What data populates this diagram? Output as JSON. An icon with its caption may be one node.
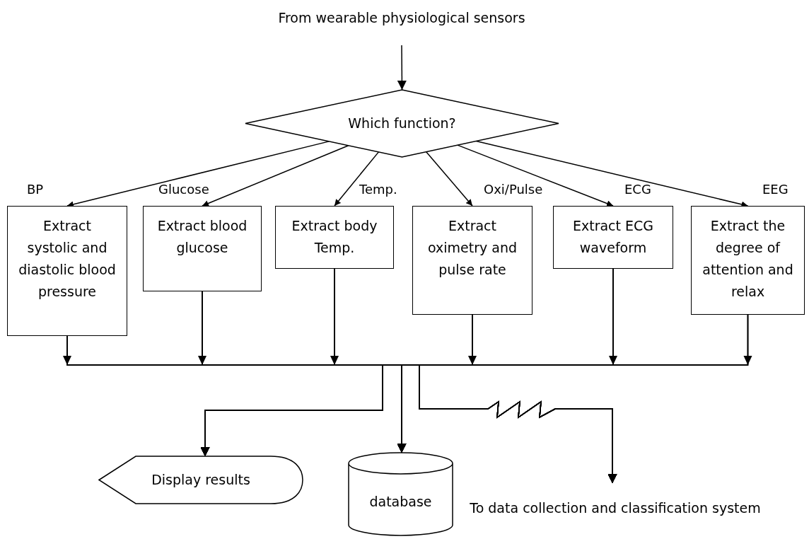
{
  "diagram": {
    "nodes": [
      {
        "text": [
          "From wearable physiological sensors"
        ]
      },
      {
        "text": [
          "Which function?"
        ]
      },
      {
        "text": [
          "Extract systolic and diastolic blood pressure"
        ],
        "beside": [
          "BP"
        ]
      },
      {
        "text": [
          "Extract blood glucose"
        ],
        "beside": [
          "Glucose"
        ]
      },
      {
        "text": [
          "Extract body Temp."
        ],
        "beside": [
          "Temp."
        ]
      },
      {
        "text": [
          "Extract oximetry and pulse rate"
        ],
        "beside": [
          "Oxi/Pulse"
        ]
      },
      {
        "text": [
          "Extract ECG waveform"
        ],
        "beside": [
          "ECG"
        ]
      },
      {
        "text": [
          "Extract the degree of attention and relax"
        ],
        "beside": [
          "EEG"
        ]
      },
      {
        "text": [
          "Display results"
        ]
      },
      {
        "text": [
          "database"
        ]
      },
      {
        "text": [
          "To data collection and classification system"
        ]
      }
    ],
    "edges": [
      {
        "from": 0,
        "to": 1,
        "arrow": "to"
      },
      {
        "from": 1,
        "to": 2,
        "arrow": "to"
      },
      {
        "from": 1,
        "to": 3,
        "arrow": "to"
      },
      {
        "from": 1,
        "to": 4,
        "arrow": "to"
      },
      {
        "from": 1,
        "to": 5,
        "arrow": "to"
      },
      {
        "from": 1,
        "to": 6,
        "arrow": "to"
      },
      {
        "from": 1,
        "to": 7,
        "arrow": "to"
      },
      {
        "from": 2,
        "to": 8,
        "arrow": "to"
      },
      {
        "from": 2,
        "to": 9,
        "arrow": "to"
      },
      {
        "from": 2,
        "to": 10,
        "arrow": "to"
      },
      {
        "from": 3,
        "to": 8,
        "arrow": "to"
      },
      {
        "from": 3,
        "to": 9,
        "arrow": "to"
      },
      {
        "from": 3,
        "to": 10,
        "arrow": "to"
      },
      {
        "from": 4,
        "to": 8,
        "arrow": "to"
      },
      {
        "from": 4,
        "to": 9,
        "arrow": "to"
      },
      {
        "from": 4,
        "to": 10,
        "arrow": "to"
      },
      {
        "from": 5,
        "to": 8,
        "arrow": "to"
      },
      {
        "from": 5,
        "to": 9,
        "arrow": "to"
      },
      {
        "from": 5,
        "to": 10,
        "arrow": "to"
      },
      {
        "from": 6,
        "to": 8,
        "arrow": "to"
      },
      {
        "from": 6,
        "to": 9,
        "arrow": "to"
      },
      {
        "from": 6,
        "to": 10,
        "arrow": "to"
      },
      {
        "from": 7,
        "to": 8,
        "arrow": "to"
      },
      {
        "from": 7,
        "to": 9,
        "arrow": "to"
      },
      {
        "from": 7,
        "to": 10,
        "arrow": "to"
      }
    ]
  }
}
